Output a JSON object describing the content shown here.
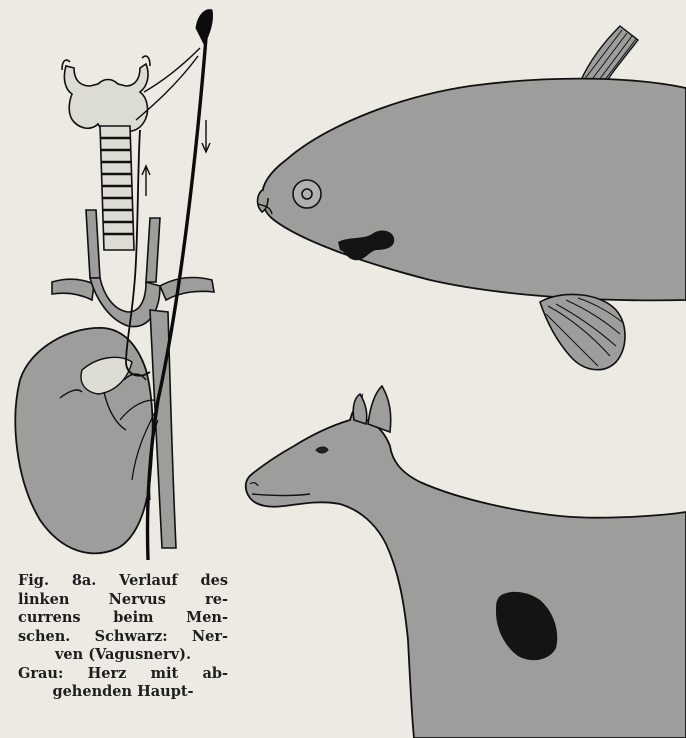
{
  "caption": {
    "lines": [
      "Fig. 8a. Verlauf des",
      "linken Nervus re-",
      "currens beim Men-",
      "schen. Schwarz: Ner-",
      "ven (Vagusnerv).",
      "Grau: Herz mit ab-",
      "gehenden Haupt-"
    ]
  },
  "colors": {
    "paper": "#eceae3",
    "gray_fill": "#9d9d9b",
    "light_fill": "#dcdbd4",
    "ink": "#111111",
    "nerve_black": "#0c0c0c"
  }
}
